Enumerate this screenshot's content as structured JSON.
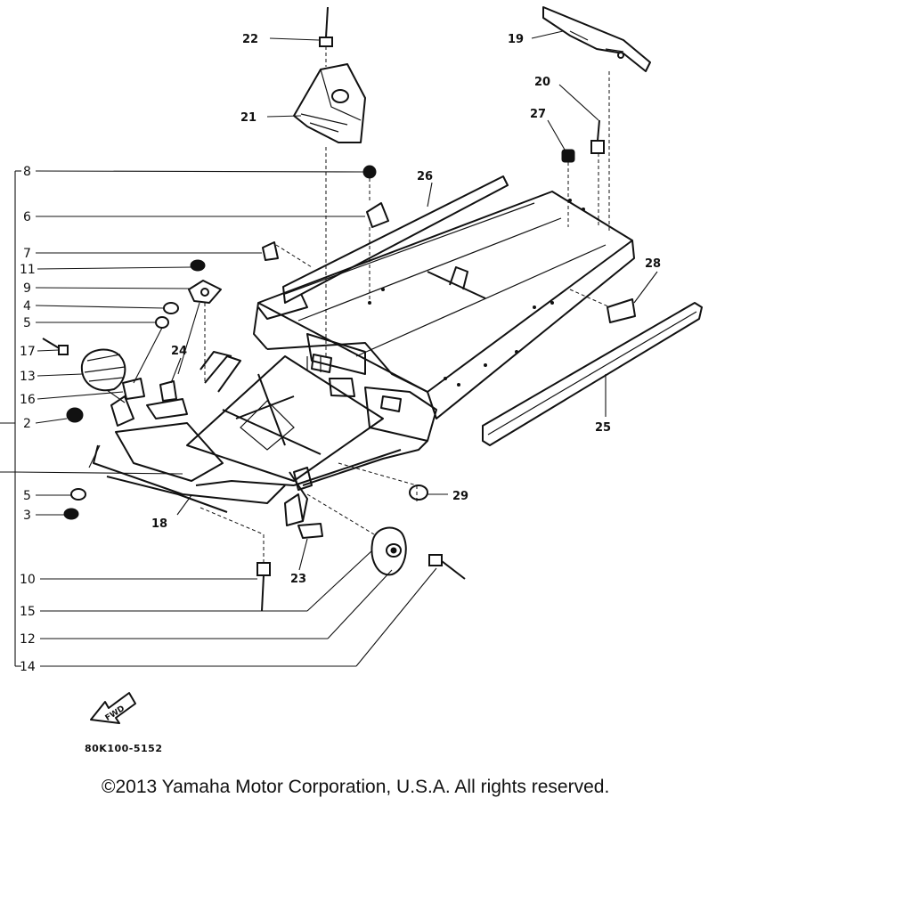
{
  "diagram": {
    "part_numbers": {
      "p2": "2",
      "p3": "3",
      "p4": "4",
      "p5a": "5",
      "p5b": "5",
      "p6": "6",
      "p7": "7",
      "p8": "8",
      "p9": "9",
      "p10": "10",
      "p11": "11",
      "p12": "12",
      "p13": "13",
      "p14": "14",
      "p15": "15",
      "p16": "16",
      "p17": "17",
      "p18": "18",
      "p19": "19",
      "p20": "20",
      "p21": "21",
      "p22": "22",
      "p23": "23",
      "p24": "24",
      "p25": "25",
      "p26": "26",
      "p27": "27",
      "p28": "28",
      "p29": "29"
    },
    "fwd_label": "FWD",
    "drawing_code": "80K100-5152"
  },
  "footer": {
    "copyright": "©2013 Yamaha Motor Corporation, U.S.A. All rights reserved."
  }
}
